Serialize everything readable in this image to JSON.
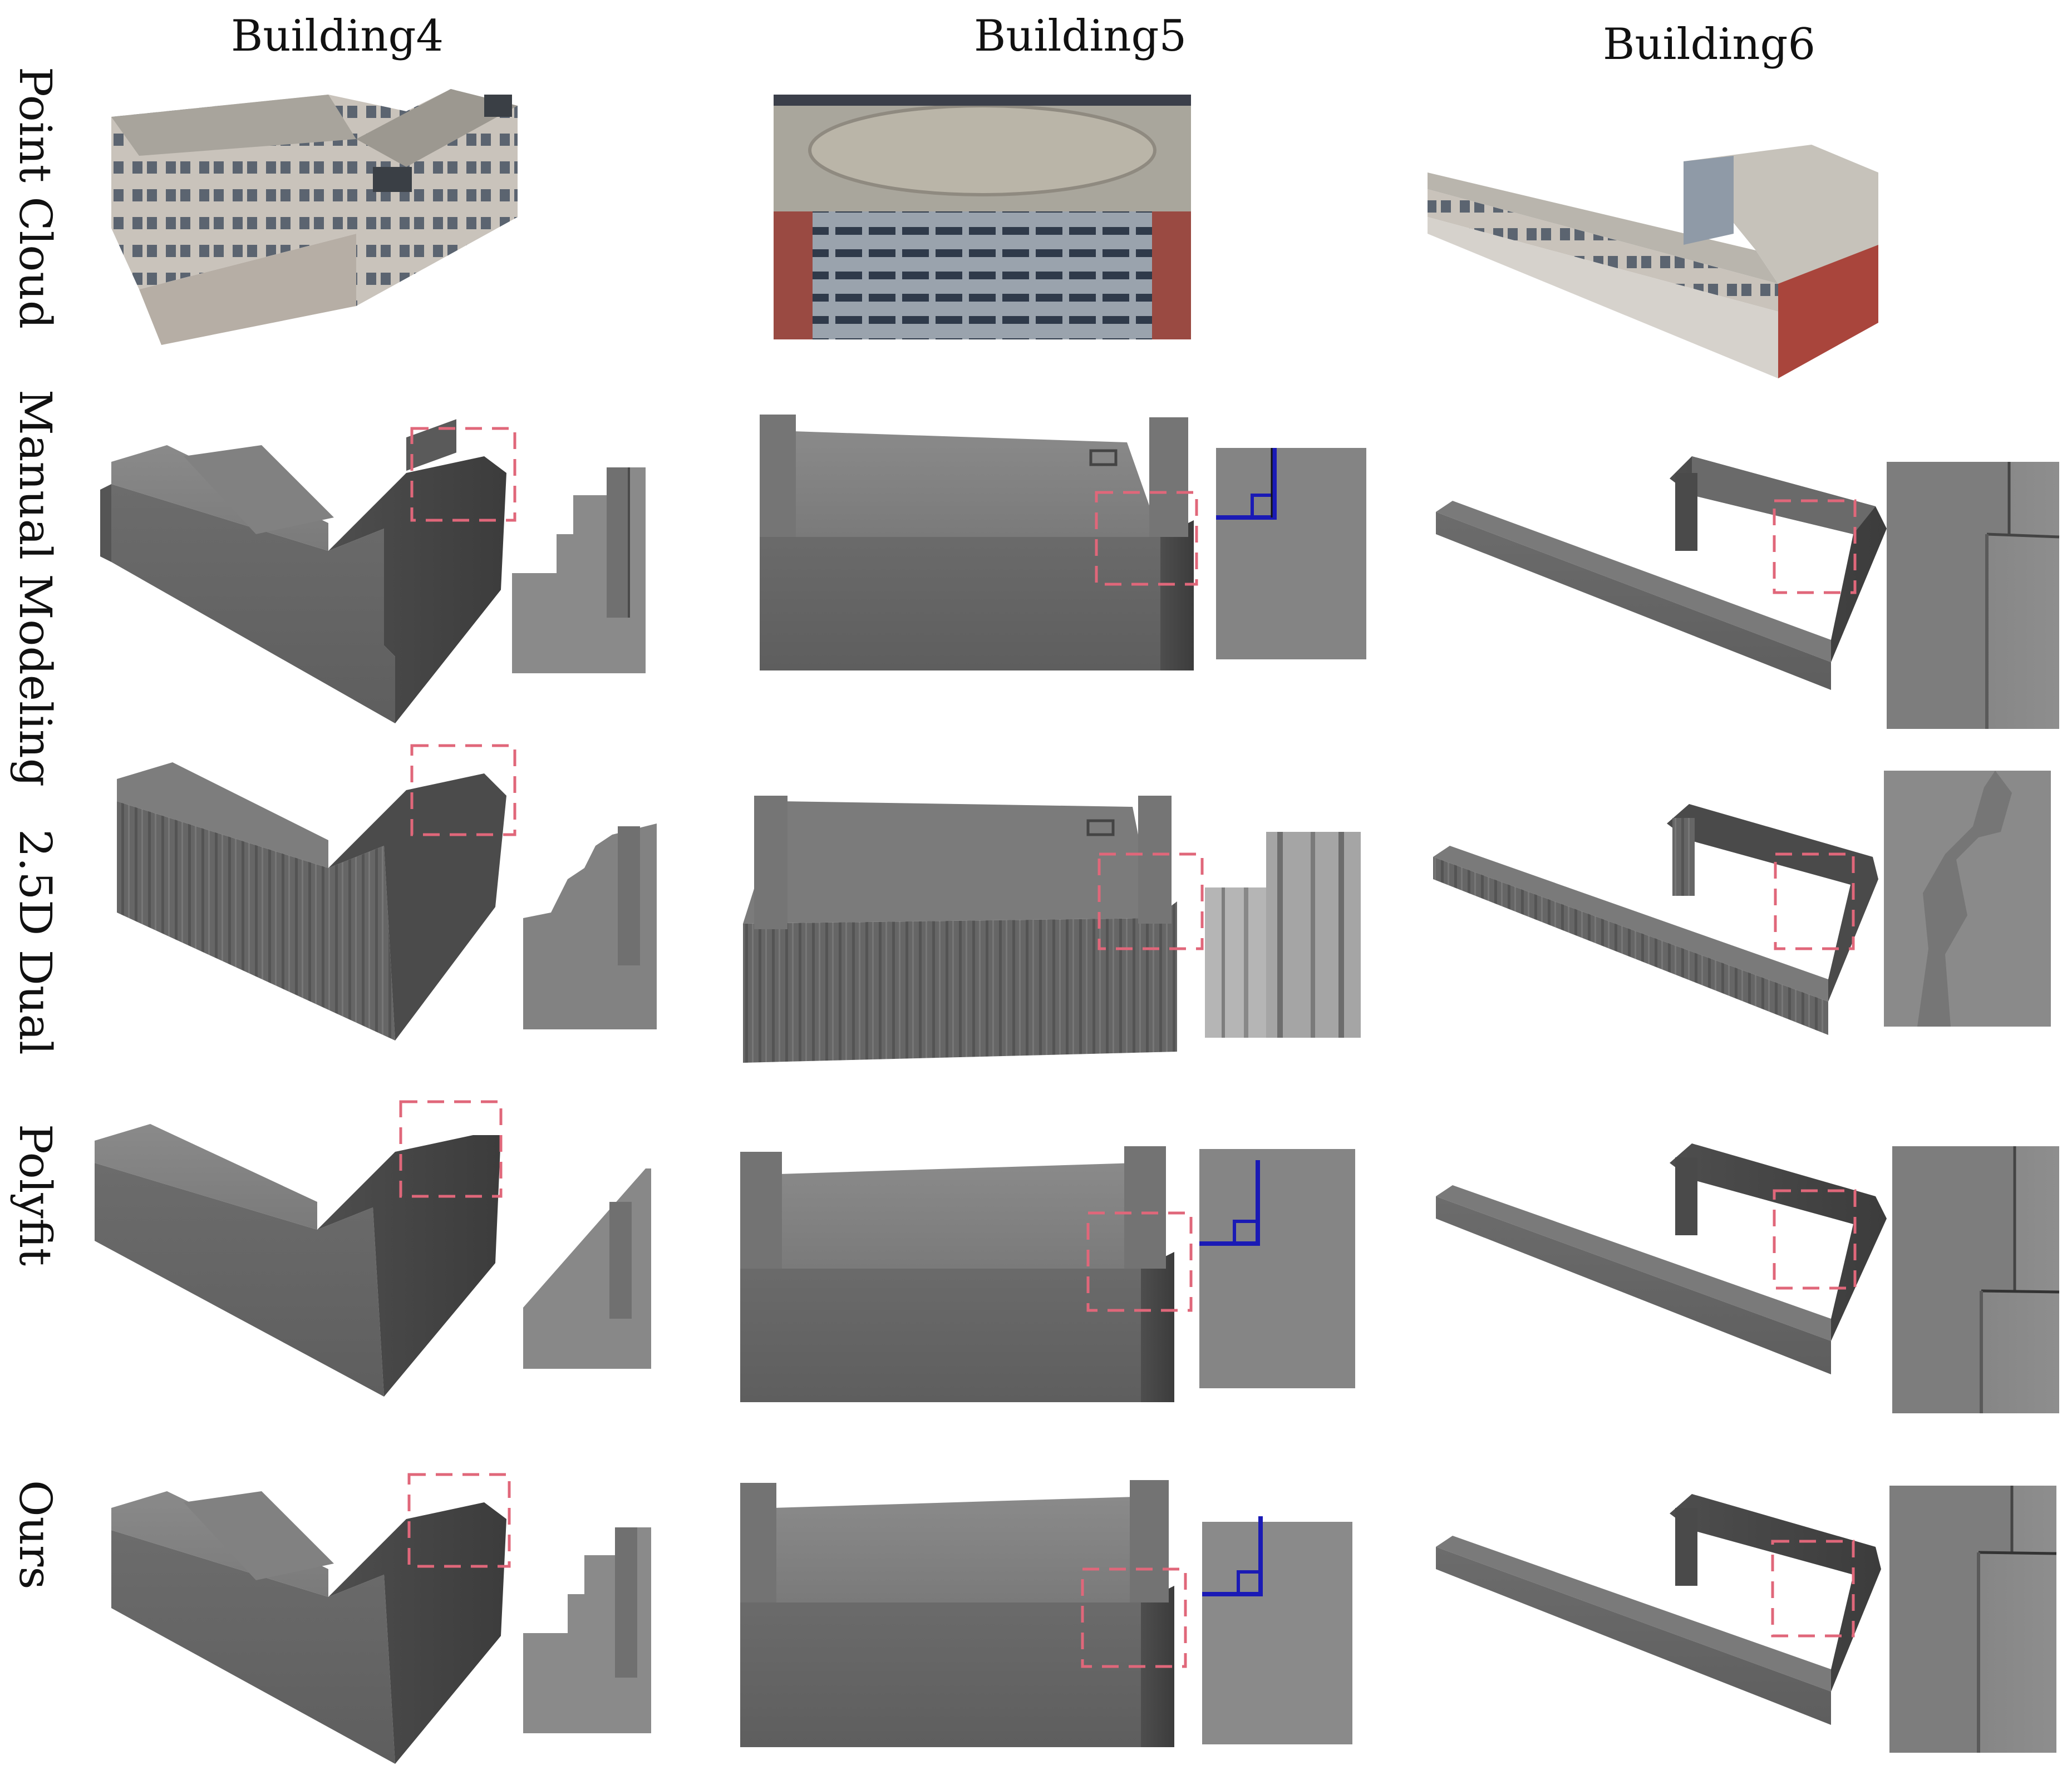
{
  "columns": [
    {
      "label": "Building4"
    },
    {
      "label": "Building5"
    },
    {
      "label": "Building6"
    }
  ],
  "rows": [
    {
      "label": "Point Cloud"
    },
    {
      "label": "Manual Modeling"
    },
    {
      "label": "2.5D Dual"
    },
    {
      "label": "Polyfit"
    },
    {
      "label": "Ours"
    }
  ],
  "colors": {
    "model_gray": "#6b6b6b",
    "highlight_box": "#e0677a",
    "edge_annotation": "#1a1ab5"
  }
}
